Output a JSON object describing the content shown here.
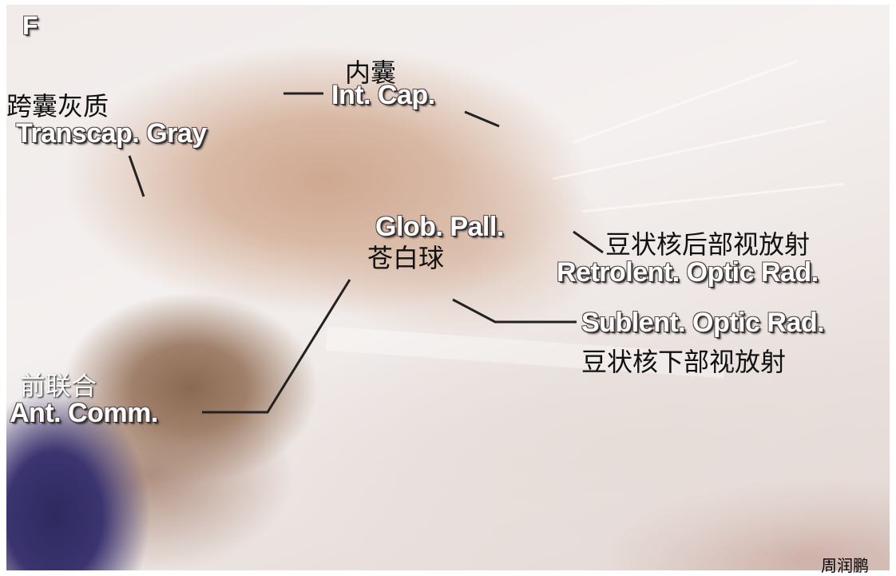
{
  "panel_letter": "F",
  "labels": {
    "int_cap": {
      "zh": "内囊",
      "en": "Int. Cap."
    },
    "transcap_gray": {
      "zh": "跨囊灰质",
      "en": "Transcap. Gray"
    },
    "glob_pall": {
      "zh": "苍白球",
      "en": "Glob. Pall."
    },
    "retrolent": {
      "zh": "豆状核后部视放射",
      "en": "Retrolent. Optic Rad."
    },
    "sublent": {
      "zh": "豆状核下部视放射",
      "en": "Sublent. Optic Rad."
    },
    "ant_comm": {
      "zh": "前联合",
      "en": "Ant. Comm."
    }
  },
  "signature": "周润鹏"
}
